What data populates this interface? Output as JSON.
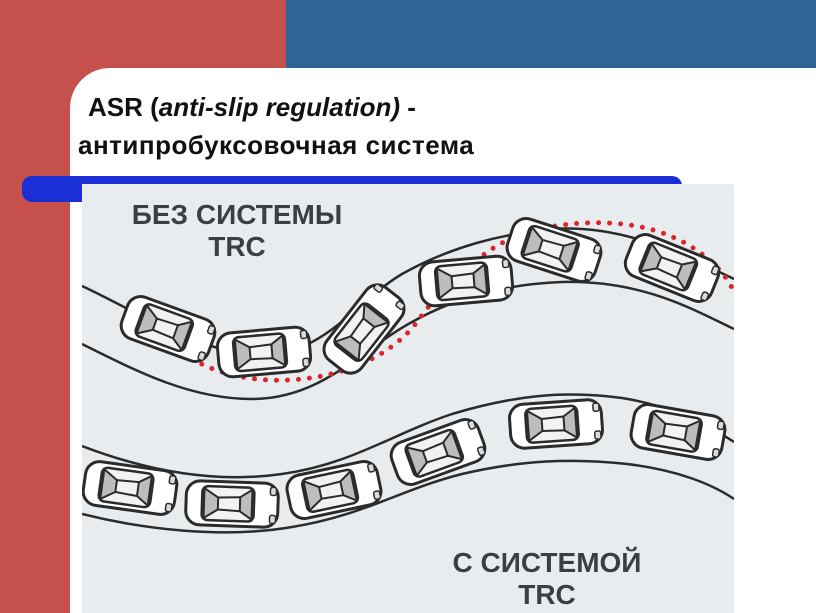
{
  "slide": {
    "title_prefix": "ASR (",
    "title_italic": "anti-slip regulation)",
    "title_dash": " -",
    "title_line2": "антипробуксовочная система"
  },
  "figure": {
    "label_top_line1": "БЕЗ СИСТЕМЫ",
    "label_top_line2": "TRC",
    "label_bottom_line1": "С СИСТЕМОЙ",
    "label_bottom_line2": "TRC"
  },
  "colors": {
    "left_band": "#c5504c",
    "right_band": "#2f6496",
    "rule": "#1a2fd6",
    "skid_trail": "#d9262b"
  }
}
